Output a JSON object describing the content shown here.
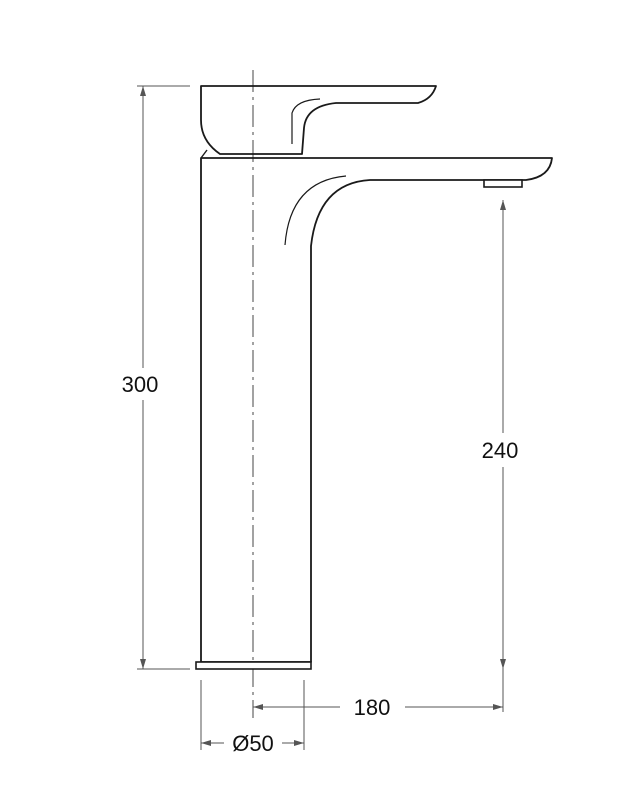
{
  "diagram": {
    "dimensions": {
      "total_height": "300",
      "spout_height": "240",
      "spout_reach": "180",
      "base_diameter": "Ø50"
    },
    "colors": {
      "outline": "#1a1a1a",
      "dimension_line": "#555555",
      "center_line": "#444444",
      "background": "#ffffff"
    }
  }
}
